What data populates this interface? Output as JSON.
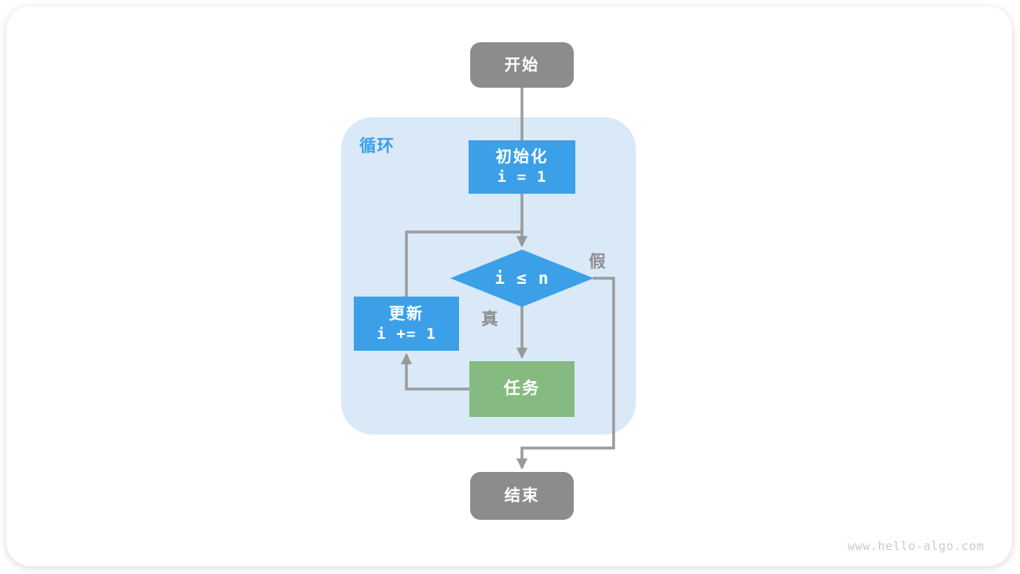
{
  "diagram": {
    "loop_container": {
      "label": "循环"
    },
    "nodes": {
      "start": {
        "label": "开始"
      },
      "init": {
        "label": "初始化",
        "code": "i = 1"
      },
      "decision": {
        "label": "i ≤ n"
      },
      "update": {
        "label": "更新",
        "code": "i += 1"
      },
      "task": {
        "label": "任务"
      },
      "end": {
        "label": "结束"
      }
    },
    "branch_labels": {
      "true": "真",
      "false": "假"
    },
    "colors": {
      "process_blue": "#3ba0e8",
      "task_green": "#85bb80",
      "terminal_gray": "#8c8c8c",
      "loop_container_bg": "#d9e9f8",
      "connector_gray": "#9c9c9c",
      "branch_label_gray": "#8f8f8f",
      "loop_label_blue": "#3ba0e8",
      "watermark_gray": "#c8cbcd"
    },
    "watermark": "www.hello-algo.com"
  }
}
